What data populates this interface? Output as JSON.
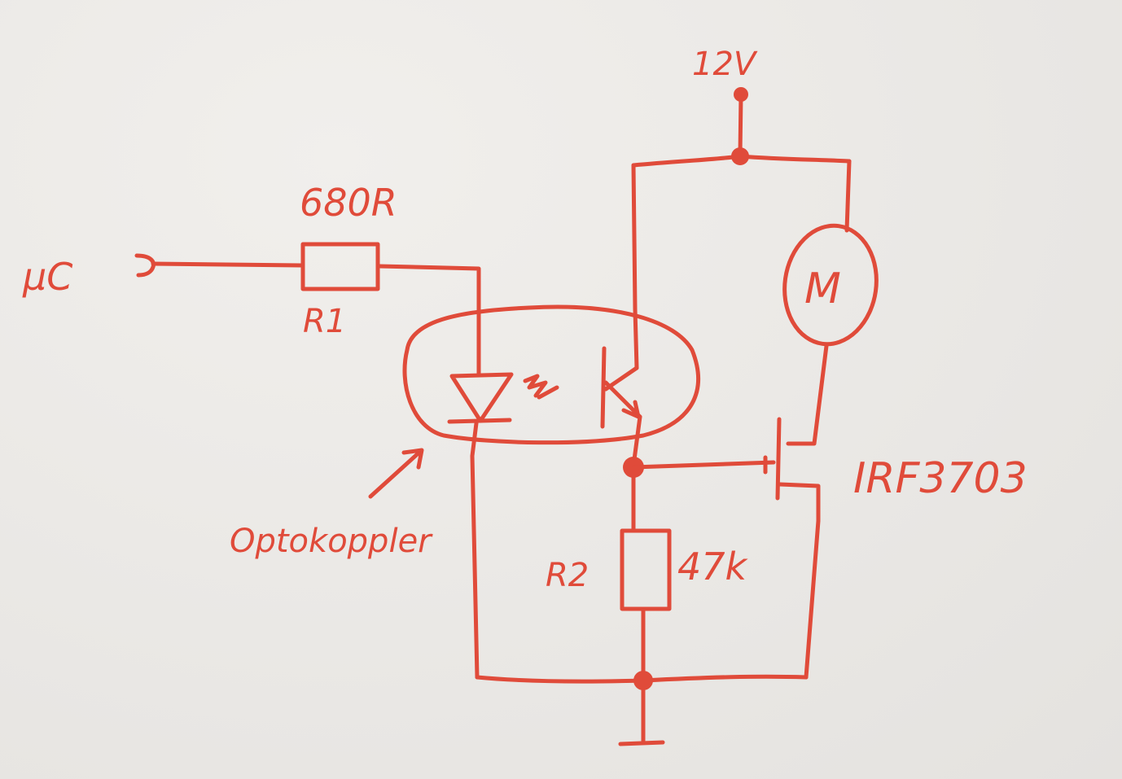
{
  "labels": {
    "supply": "12V",
    "input": "µC",
    "r1_value": "680R",
    "r1_name": "R1",
    "motor": "M",
    "mosfet": "IRF3703",
    "optocoupler": "Optokoppler",
    "r2_name": "R2",
    "r2_value": "47k"
  },
  "colors": {
    "ink": "#e04b3a",
    "paper": "#ebe9e6"
  }
}
